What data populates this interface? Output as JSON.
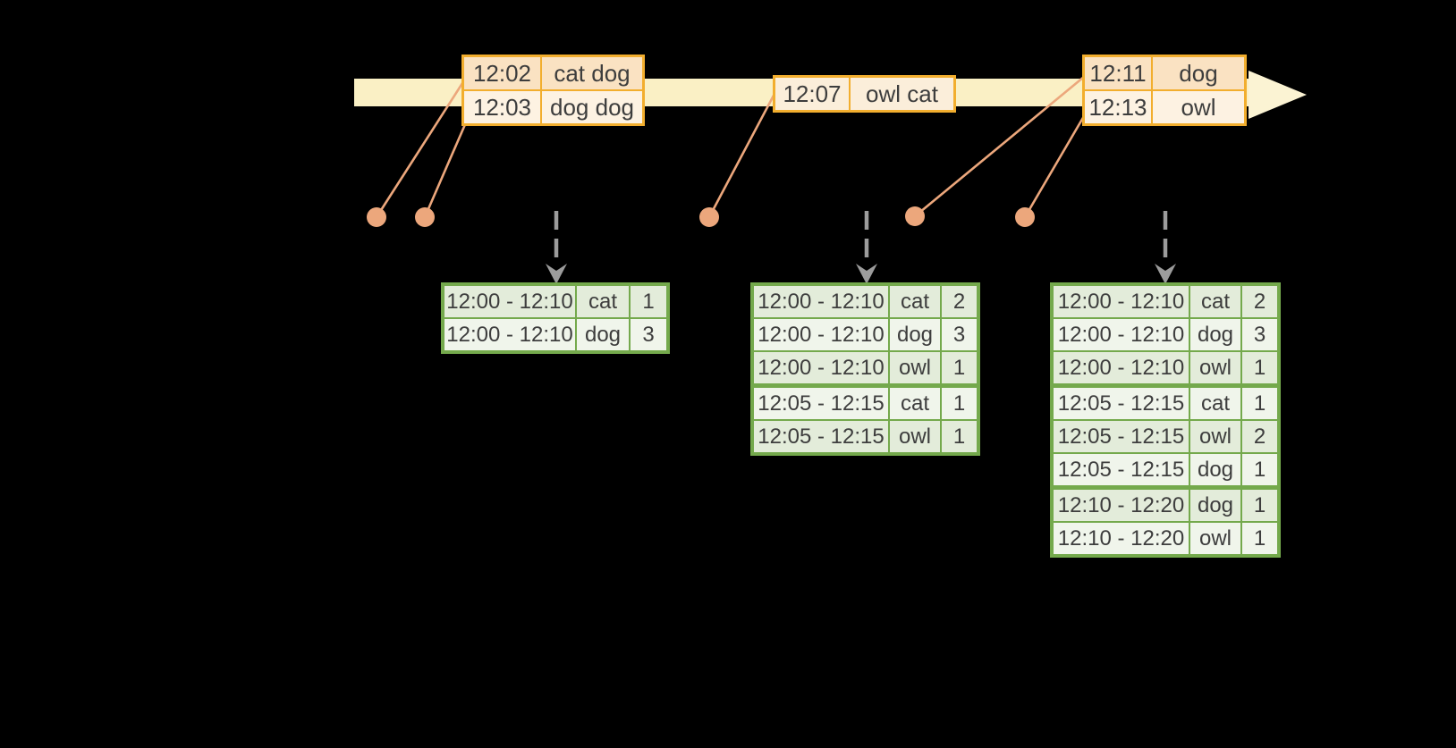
{
  "colors": {
    "bg": "#000000",
    "band": "#faf0c5",
    "band_arrow": "#fbf3d3",
    "amber": "#f2ae2e",
    "event_row_dark": "#fae2c2",
    "event_row_mid": "#fbeeda",
    "event_row_light": "#fdf2e2",
    "connector": "#eca77c",
    "gray_arrow": "#9c9c9c",
    "green": "#74a94c",
    "result_row_dark": "#e3ecda",
    "result_row_light": "#f0f5eb",
    "text": "#3d3d3d"
  },
  "event_tables": [
    {
      "rows": [
        {
          "time": "12:02",
          "words": "cat dog"
        },
        {
          "time": "12:03",
          "words": "dog dog"
        }
      ]
    },
    {
      "rows": [
        {
          "time": "12:07",
          "words": "owl cat"
        }
      ]
    },
    {
      "rows": [
        {
          "time": "12:11",
          "words": "dog"
        },
        {
          "time": "12:13",
          "words": "owl"
        }
      ]
    }
  ],
  "result_tables": [
    {
      "rows": [
        {
          "window": "12:00 - 12:10",
          "word": "cat",
          "count": "1"
        },
        {
          "window": "12:00 - 12:10",
          "word": "dog",
          "count": "3"
        }
      ]
    },
    {
      "rows": [
        {
          "window": "12:00 - 12:10",
          "word": "cat",
          "count": "2"
        },
        {
          "window": "12:00 - 12:10",
          "word": "dog",
          "count": "3"
        },
        {
          "window": "12:00 - 12:10",
          "word": "owl",
          "count": "1"
        },
        {
          "window": "12:05 - 12:15",
          "word": "cat",
          "count": "1"
        },
        {
          "window": "12:05 - 12:15",
          "word": "owl",
          "count": "1"
        }
      ]
    },
    {
      "rows": [
        {
          "window": "12:00 - 12:10",
          "word": "cat",
          "count": "2"
        },
        {
          "window": "12:00 - 12:10",
          "word": "dog",
          "count": "3"
        },
        {
          "window": "12:00 - 12:10",
          "word": "owl",
          "count": "1"
        },
        {
          "window": "12:05 - 12:15",
          "word": "cat",
          "count": "1"
        },
        {
          "window": "12:05 - 12:15",
          "word": "owl",
          "count": "2"
        },
        {
          "window": "12:05 - 12:15",
          "word": "dog",
          "count": "1"
        },
        {
          "window": "12:10 - 12:20",
          "word": "dog",
          "count": "1"
        },
        {
          "window": "12:10 - 12:20",
          "word": "owl",
          "count": "1"
        }
      ]
    }
  ]
}
